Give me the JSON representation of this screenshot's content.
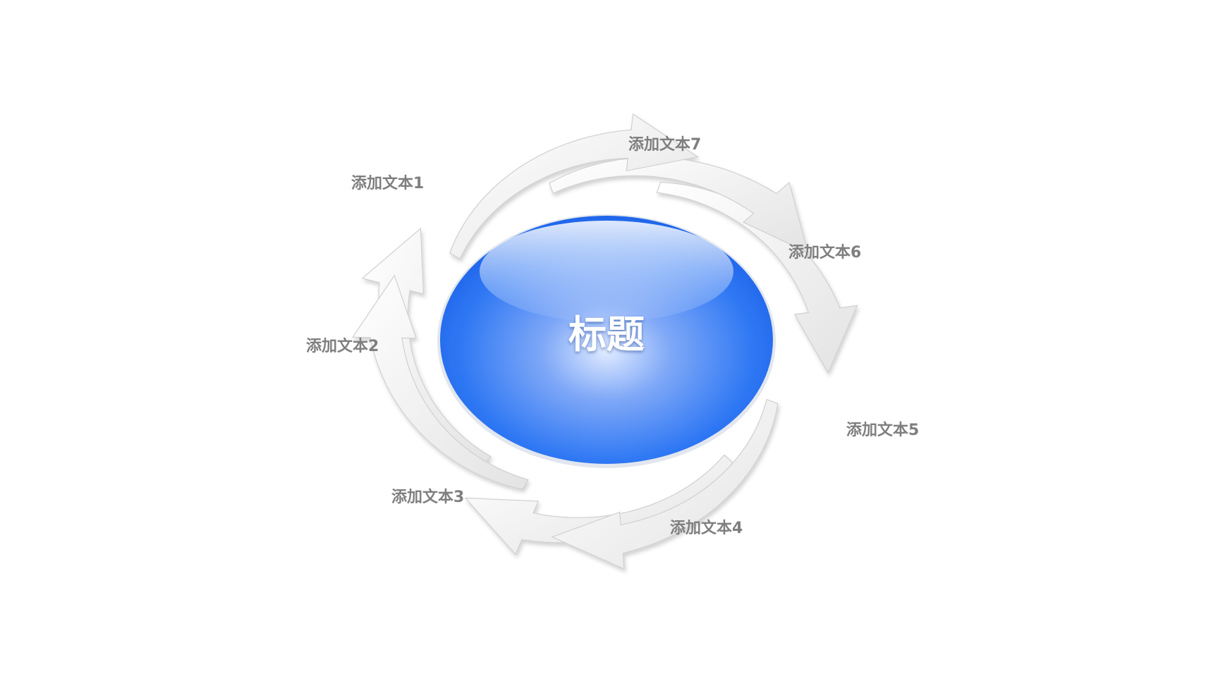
{
  "diagram": {
    "center_title": "标题",
    "labels": [
      "添加文本1",
      "添加文本2",
      "添加文本3",
      "添加文本4",
      "添加文本5",
      "添加文本6",
      "添加文本7"
    ]
  },
  "colors": {
    "sphere_dark": "#1f6ef5",
    "sphere_light": "#cfe0ff",
    "arrow_fill": "#f2f2f2",
    "arrow_edge": "#d0d0d0",
    "label_text": "#7f7f7f"
  }
}
